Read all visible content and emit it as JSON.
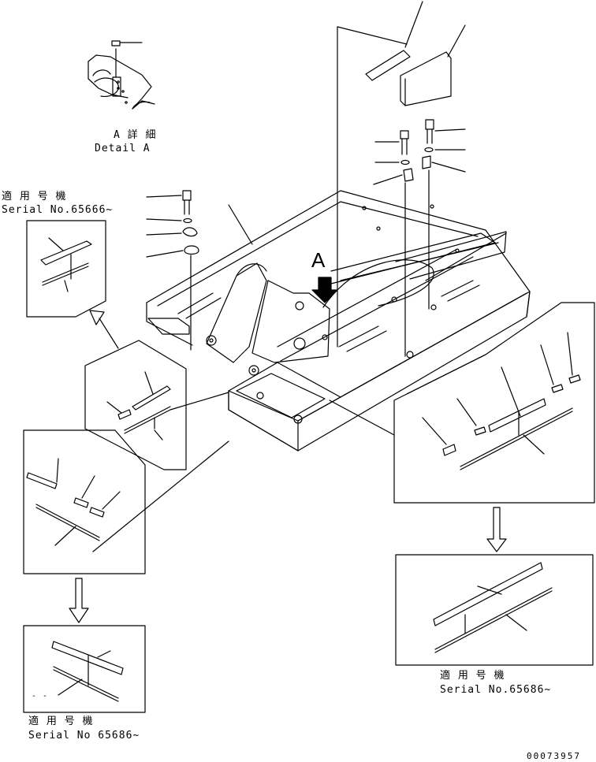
{
  "detail_a": {
    "jp": "A 詳 細",
    "en": "Detail A"
  },
  "serial_top_left": {
    "jp": "適 用 号 機",
    "en": "Serial No.65666~"
  },
  "serial_bottom_left": {
    "jp": "適 用 号 機",
    "en": "Serial No 65686~"
  },
  "serial_bottom_right": {
    "jp": "適 用 号 機",
    "en": "Serial No.65686~"
  },
  "view_marker": "A",
  "small_marks": "- -",
  "drawing_number": "00073957"
}
